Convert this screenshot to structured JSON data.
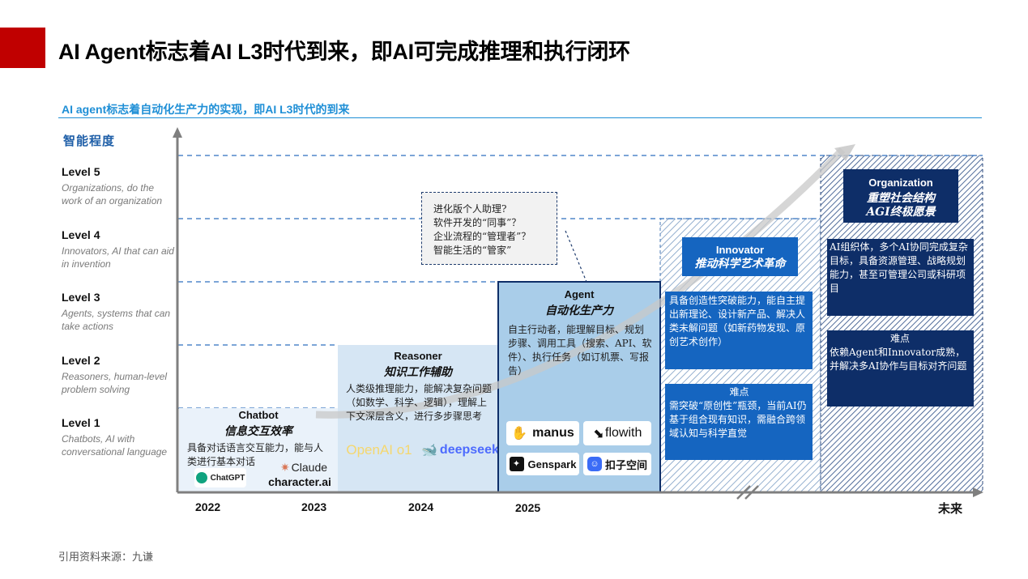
{
  "header": {
    "title": "AI Agent标志着AI L3时代到来，即AI可完成推理和执行闭环",
    "subtitle": "AI agent标志着自动化生产力的实现，即AI L3时代的到来"
  },
  "y_axis_title": "智能程度",
  "levels": [
    {
      "name": "Level 5",
      "desc": "Organizations, do the work of an organization"
    },
    {
      "name": "Level 4",
      "desc": "Innovators, AI that can aid in invention"
    },
    {
      "name": "Level 3",
      "desc": "Agents, systems that can take actions"
    },
    {
      "name": "Level 2",
      "desc": "Reasoners, human-level problem solving"
    },
    {
      "name": "Level 1",
      "desc": "Chatbots, AI with conversational language"
    }
  ],
  "x_labels": [
    "2022",
    "2023",
    "2024",
    "2025",
    "未来"
  ],
  "stages": {
    "chatbot": {
      "title": "Chatbot",
      "subtitle": "信息交互效率",
      "body": "具备对话语言交互能力，能与人类进行基本对话"
    },
    "reasoner": {
      "title": "Reasoner",
      "subtitle": "知识工作辅助",
      "body": "人类级推理能力，能解决复杂问题（如数学、科学、逻辑），理解上下文深层含义，进行多步骤思考"
    },
    "agent": {
      "title": "Agent",
      "subtitle": "自动化生产力",
      "body": "自主行动者，能理解目标、规划步骤、调用工具（搜索、API、软件）、执行任务（如订机票、写报告）"
    }
  },
  "logos": {
    "chatgpt": "ChatGPT",
    "claude": "Claude",
    "character": "character.ai",
    "openai": "OpenAI o1",
    "deepseek": "deepseek",
    "manus": "manus",
    "flowith": "flowith",
    "genspark": "Genspark",
    "kouzi": "扣子空间"
  },
  "callout": {
    "lines": [
      "进化版个人助理?",
      "软件开发的“同事”？",
      "企业流程的“管理者”？",
      "智能生活的“管家”"
    ]
  },
  "innovator": {
    "title": "Innovator",
    "subtitle": "推动科学艺术革命",
    "body": "具备创造性突破能力，能自主提出新理论、设计新产品、解决人类未解问题（如新药物发现、原创艺术创作）",
    "diff_title": "难点",
    "diff_body": "需突破“原创性”瓶颈，当前AI仍基于组合现有知识，需融合跨领域认知与科学直觉"
  },
  "organization": {
    "title": "Organization",
    "subtitle1": "重塑社会结构",
    "subtitle2": "AGI终极愿景",
    "body": "AI组织体，多个AI协同完成复杂目标，具备资源管理、战略规划能力，甚至可管理公司或科研项目",
    "diff_title": "难点",
    "diff_body": "依赖Agent和Innovator成熟，并解决多AI协作与目标对齐问题"
  },
  "source": "引用资料来源：九谦",
  "colors": {
    "accent_red": "#c00000",
    "blue": "#1565c0",
    "navy": "#0e2e68",
    "light_blue": "#dbe9f6",
    "agent_blue": "#a9cde9"
  }
}
